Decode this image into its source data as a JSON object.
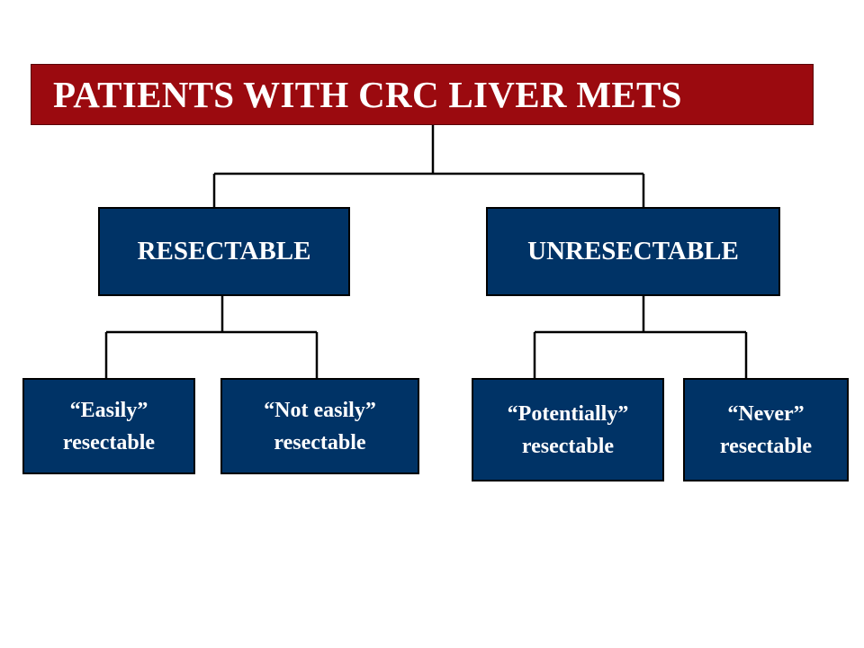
{
  "title": "PATIENTS WITH CRC LIVER METS",
  "branches": [
    {
      "label": "RESECTABLE",
      "children": [
        {
          "line1": "“Easily”",
          "line2": "resectable"
        },
        {
          "line1": "“Not easily”",
          "line2": "resectable"
        }
      ]
    },
    {
      "label": "UNRESECTABLE",
      "children": [
        {
          "line1": "“Potentially”",
          "line2": "resectable"
        },
        {
          "line1": "“Never”",
          "line2": "resectable"
        }
      ]
    }
  ],
  "colors": {
    "title_background": "#9b0a0f",
    "node_background": "#003366",
    "text": "#ffffff",
    "connector": "#000000"
  }
}
